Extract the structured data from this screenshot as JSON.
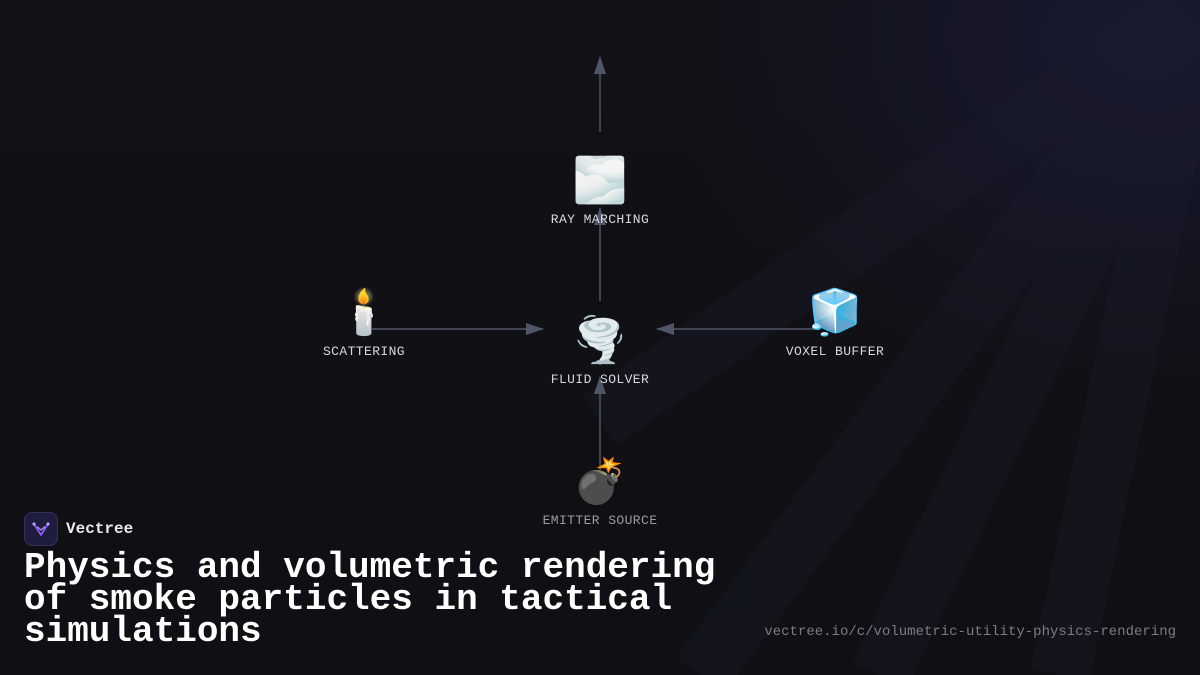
{
  "diagram": {
    "nodes": [
      {
        "id": "ray-marching",
        "label": "RAY MARCHING",
        "emoji": "🌫️"
      },
      {
        "id": "scattering",
        "label": "SCATTERING",
        "emoji": "🕯️"
      },
      {
        "id": "fluid-solver",
        "label": "FLUID SOLVER",
        "emoji": "🌪️"
      },
      {
        "id": "voxel-buffer",
        "label": "VOXEL BUFFER",
        "emoji": "🧊"
      },
      {
        "id": "emitter-source",
        "label": "EMITTER SOURCE",
        "emoji": "💣"
      }
    ],
    "edges": [
      {
        "from": "ray-marching",
        "to": "off-canvas-top"
      },
      {
        "from": "fluid-solver",
        "to": "ray-marching"
      },
      {
        "from": "scattering",
        "to": "fluid-solver"
      },
      {
        "from": "voxel-buffer",
        "to": "fluid-solver"
      },
      {
        "from": "emitter-source",
        "to": "fluid-solver"
      }
    ],
    "edge_color": "#4f5668"
  },
  "brand": {
    "name": "Vectree",
    "logo_icon": "vectree-logo-icon",
    "accent": "#8a5cf6"
  },
  "title": "Physics and volumetric rendering of smoke particles in tactical simulations",
  "url": "vectree.io/c/volumetric-utility-physics-rendering"
}
